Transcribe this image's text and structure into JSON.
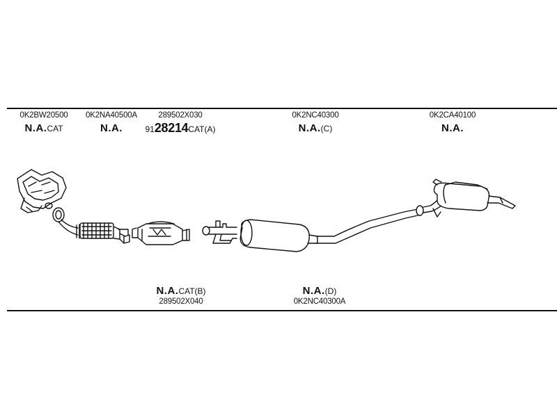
{
  "parts_top": [
    {
      "part_no": "0K2BW20500",
      "status": "N.A.",
      "suffix": "CAT"
    },
    {
      "part_no": "0K2NA40500A",
      "status": "N.A.",
      "suffix": ""
    },
    {
      "part_no": "289502X030",
      "prefix": "91",
      "number": "28214",
      "suffix": "CAT(A)"
    },
    {
      "part_no": "0K2NC40300",
      "status": "N.A.",
      "suffix": "(C)"
    },
    {
      "part_no": "0K2CA40100",
      "status": "N.A.",
      "suffix": ""
    }
  ],
  "parts_bottom": [
    {
      "status": "N.A.",
      "suffix": "CAT(B)",
      "part_no": "289502X040"
    },
    {
      "status": "N.A.",
      "suffix": "(D)",
      "part_no": "0K2NC40300A"
    }
  ]
}
